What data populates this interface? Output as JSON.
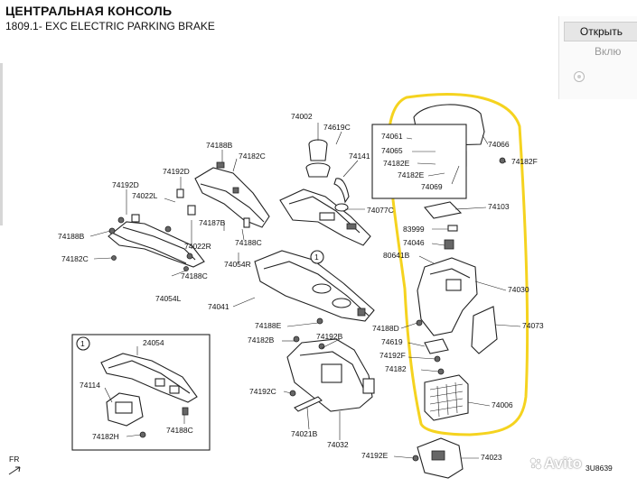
{
  "header": {
    "title": "ЦЕНТРАЛЬНАЯ КОНСОЛЬ",
    "subtitle": "1809.1- EXC ELECTRIC PARKING BRAKE"
  },
  "side_panel": {
    "open_button": "Открыть",
    "toggle_label": "Вклю"
  },
  "diagram": {
    "part_numbers": {
      "p74002": "74002",
      "p74619C": "74619C",
      "p74188B": "74188B",
      "p74182C_a": "74182C",
      "p74141": "74141",
      "p74192D": "74192D",
      "p74192D_b": "74192D",
      "p74022L": "74022L",
      "p74187B": "74187B",
      "p74022R": "74022R",
      "p74188B_b": "74188B",
      "p74182C_b": "74182C",
      "p74188C_a": "74188C",
      "p74054R": "74054R",
      "p74188C_b": "74188C",
      "p74054L": "74054L",
      "p74077C": "74077C",
      "p74041": "74041",
      "p74188E_a": "74188E",
      "p74182B": "74182B",
      "p74192B": "74192B",
      "p74192C": "74192C",
      "p74021B": "74021B",
      "p74032": "74032",
      "p74192E_a": "74192E",
      "p74023": "74023",
      "p24054": "24054",
      "p74114": "74114",
      "p74182H": "74182H",
      "p74188C_c": "74188C",
      "p74061": "74061",
      "p74065": "74065",
      "p74182E_a": "74182E",
      "p74182E_b": "74182E",
      "p74069": "74069",
      "p74066": "74066",
      "p74182F": "74182F",
      "p74103": "74103",
      "p83999": "83999",
      "p74046": "74046",
      "p80641B": "80641B",
      "p74030": "74030",
      "p74188D": "74188D",
      "p74073": "74073",
      "p74619": "74619",
      "p74192F": "74192F",
      "p74182": "74182",
      "p74006": "74006"
    },
    "callout_1": "1",
    "callout_1_b": "1",
    "fr_label": "FR",
    "drawing_code": "3U8639"
  },
  "colors": {
    "highlight": "#f5d31f",
    "button_bg": "#e6e6e6"
  },
  "watermark": "Avito"
}
